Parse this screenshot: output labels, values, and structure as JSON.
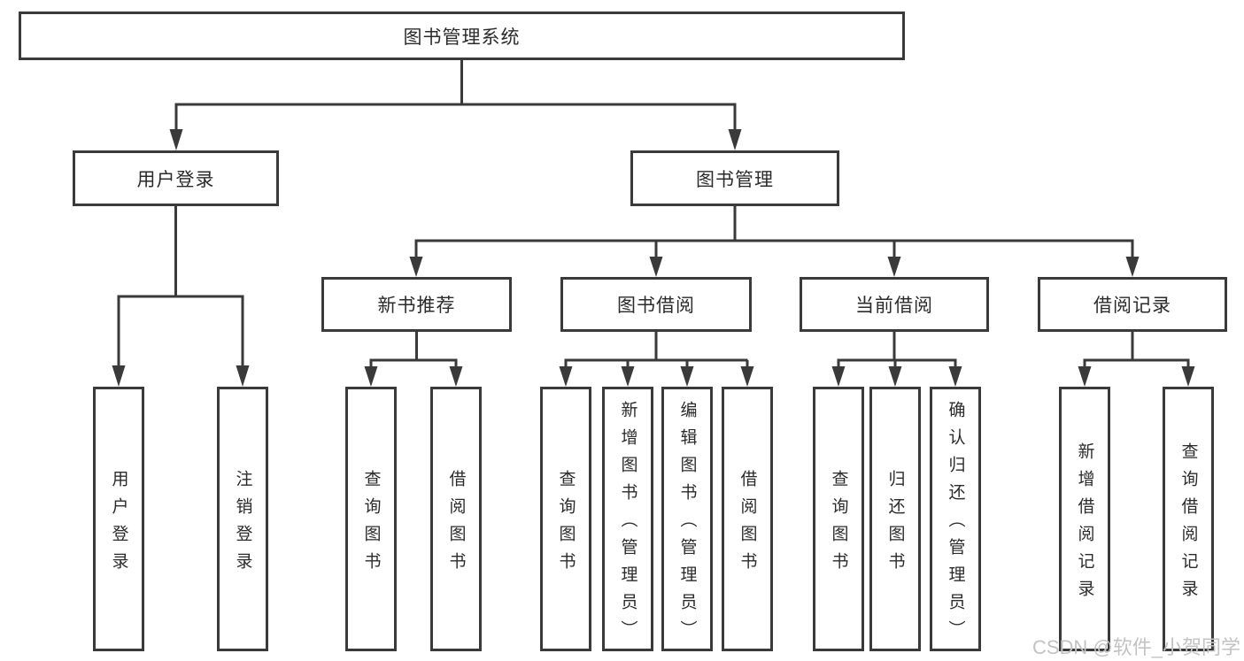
{
  "tree": {
    "label": "图书管理系统",
    "children": [
      {
        "label": "用户登录",
        "children": [
          {
            "label": "用户登录"
          },
          {
            "label": "注销登录"
          }
        ]
      },
      {
        "label": "图书管理",
        "children": [
          {
            "label": "新书推荐",
            "children": [
              {
                "label": "查询图书"
              },
              {
                "label": "借阅图书"
              }
            ]
          },
          {
            "label": "图书借阅",
            "children": [
              {
                "label": "查询图书"
              },
              {
                "label": "新增图书（管理员）"
              },
              {
                "label": "编辑图书（管理员）"
              },
              {
                "label": "借阅图书"
              }
            ]
          },
          {
            "label": "当前借阅",
            "children": [
              {
                "label": "查询图书"
              },
              {
                "label": "归还图书"
              },
              {
                "label": "确认归还（管理员）"
              }
            ]
          },
          {
            "label": "借阅记录",
            "children": [
              {
                "label": "新增借阅记录"
              },
              {
                "label": "查询借阅记录"
              }
            ]
          }
        ]
      }
    ]
  },
  "watermark": "CSDN @软件_小贺同学",
  "colors": {
    "line": "#3a3a3a",
    "text": "#2b2b2b",
    "watermark": "#c3c3c3",
    "background": "#ffffff"
  }
}
